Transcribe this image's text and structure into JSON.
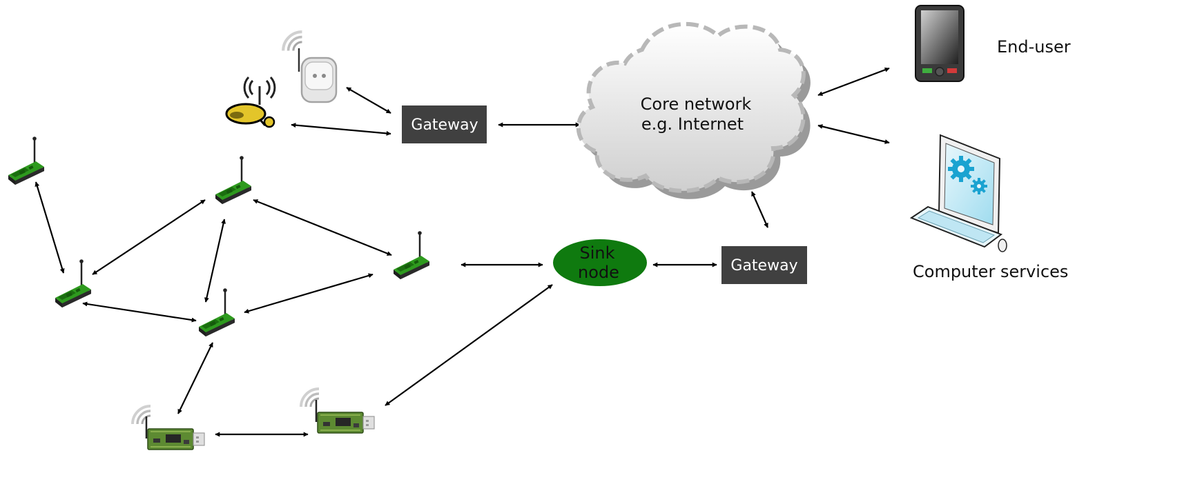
{
  "gateway_top": {
    "label": "Gateway"
  },
  "gateway_bottom": {
    "label": "Gateway"
  },
  "core_network": {
    "line1": "Core network",
    "line2": "e.g. Internet"
  },
  "sink_node": {
    "line1": "Sink",
    "line2": "node",
    "color": "#0f7a0f"
  },
  "end_user": {
    "label": "End-user"
  },
  "computer_services": {
    "label": "Computer services"
  },
  "colors": {
    "gateway_box": "#404040",
    "sensor_green": "#2e9a1e",
    "usb_board": "#5d8a32",
    "camera_yellow": "#e3c52a"
  }
}
